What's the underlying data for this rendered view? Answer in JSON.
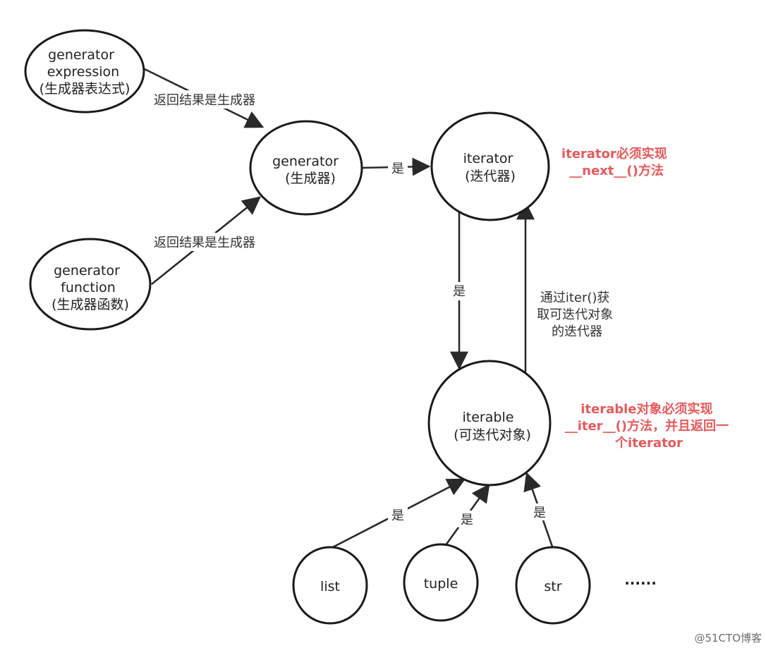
{
  "nodes": {
    "genexpr": {
      "lines": [
        "generator",
        "expression",
        "(生成器表达式)"
      ]
    },
    "generator": {
      "lines": [
        "generator",
        "(生成器)"
      ]
    },
    "genfunc": {
      "lines": [
        "generator",
        "function",
        "(生成器函数)"
      ]
    },
    "iterator": {
      "lines": [
        "iterator",
        "(迭代器)"
      ]
    },
    "iterable": {
      "lines": [
        "iterable",
        "(可迭代对象)"
      ]
    },
    "list": {
      "lines": [
        "list"
      ]
    },
    "tuple": {
      "lines": [
        "tuple"
      ]
    },
    "str": {
      "lines": [
        "str"
      ]
    }
  },
  "edges": {
    "genexpr_to_generator": {
      "lines": [
        "返回结果是生成器"
      ]
    },
    "genfunc_to_generator": {
      "lines": [
        "返回结果是生成器"
      ]
    },
    "generator_to_iterator": {
      "lines": [
        "是"
      ]
    },
    "iterator_to_iterable": {
      "lines": [
        "是"
      ]
    },
    "iterable_to_iterator": {
      "lines": [
        "通过iter()获",
        "取可迭代对象",
        "的迭代器"
      ]
    },
    "list_to_iterable": {
      "lines": [
        "是"
      ]
    },
    "tuple_to_iterable": {
      "lines": [
        "是"
      ]
    },
    "str_to_iterable": {
      "lines": [
        "是"
      ]
    }
  },
  "notes": {
    "iterator_note": {
      "lines": [
        "iterator必须实现",
        "__next__()方法"
      ]
    },
    "iterable_note": {
      "lines": [
        "iterable对象必须实现",
        "__iter__()方法，并且返回一",
        "个iterator"
      ]
    }
  },
  "more": "......",
  "watermark": "@51CTO博客",
  "colors": {
    "note": "#e8595a",
    "stroke": "#1a1a1a"
  }
}
